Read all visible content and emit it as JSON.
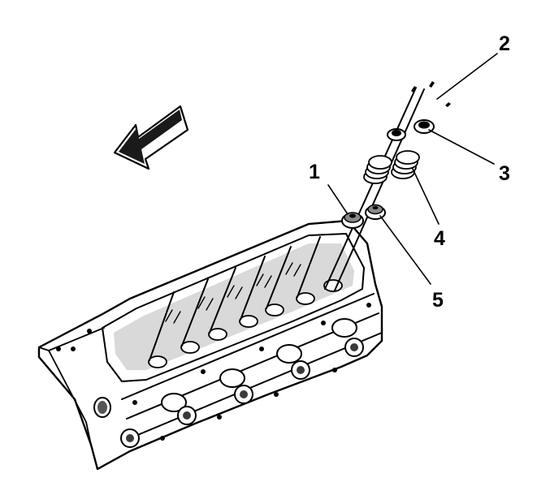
{
  "callouts": {
    "c1": "1",
    "c2": "2",
    "c3": "3",
    "c4": "4",
    "c5": "5"
  },
  "colors": {
    "ink": "#000000",
    "paper": "#ffffff",
    "shade": "#3a3a3a"
  },
  "icons": {
    "direction_arrow": "front-direction-arrow-icon"
  }
}
